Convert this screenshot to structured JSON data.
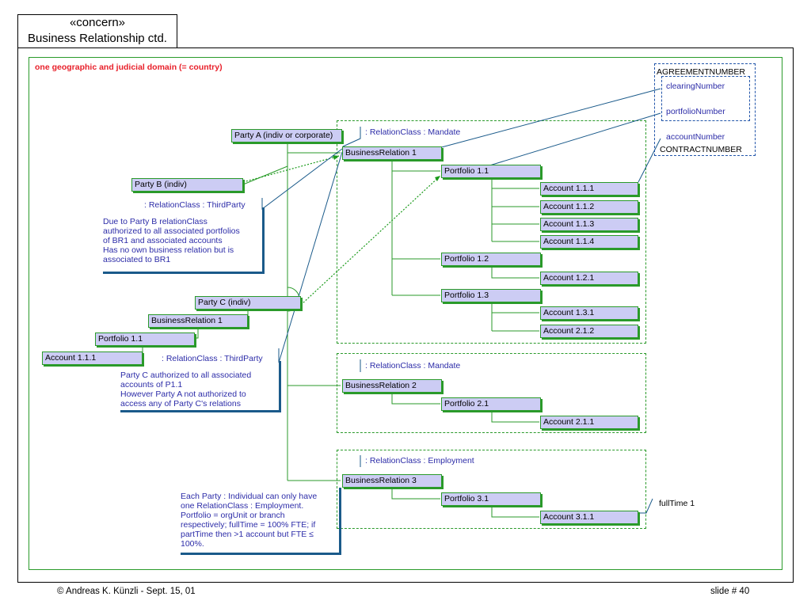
{
  "header": {
    "stereotype": "«concern»",
    "title": "Business Relationship ctd."
  },
  "domain_label": "one geographic and judicial domain (= country)",
  "nodes": {
    "party_a": "Party A (indiv or corporate)",
    "party_b": "Party B (indiv)",
    "party_c": "Party C (indiv)",
    "c_br1": "BusinessRelation 1",
    "c_p11": "Portfolio 1.1",
    "c_a111": "Account 1.1.1",
    "br1": "BusinessRelation 1",
    "p11": "Portfolio 1.1",
    "a111": "Account 1.1.1",
    "a112": "Account 1.1.2",
    "a113": "Account 1.1.3",
    "a114": "Account 1.1.4",
    "p12": "Portfolio 1.2",
    "a121": "Account 1.2.1",
    "p13": "Portfolio 1.3",
    "a131": "Account 1.3.1",
    "a212b": "Account 2.1.2",
    "br2": "BusinessRelation 2",
    "p21": "Portfolio 2.1",
    "a211": "Account 2.1.1",
    "br3": "BusinessRelation 3",
    "p31": "Portfolio 3.1",
    "a311": "Account 3.1.1"
  },
  "relation_labels": {
    "mandate1": ": RelationClass : Mandate",
    "mandate2": ": RelationClass : Mandate",
    "employment": ": RelationClass : Employment",
    "thirdparty_b": ": RelationClass : ThirdParty",
    "thirdparty_c": ": RelationClass : ThirdParty"
  },
  "notes": {
    "party_b": [
      "Due to Party B relationClass",
      "authorized to all associated portfolios",
      "of BR1 and associated accounts",
      "Has no own business relation but is",
      "associated to BR1"
    ],
    "party_c": [
      "Party C authorized to all associated",
      "accounts of P1.1",
      "However Party A not authorized to",
      "access any of Party C's relations"
    ],
    "employment": [
      "Each Party : Individual can only have",
      "one RelationClass : Employment.",
      "Portfolio = orgUnit or branch",
      "respectively; fullTime = 100% FTE; if",
      "partTime then >1 account but FTE ≤",
      "100%."
    ]
  },
  "identifiers": {
    "agreement": "AGREEMENTNUMBER",
    "clearing": "clearingNumber",
    "portfolio": "portfolioNumber",
    "account": "accountNumber",
    "contract": "CONTRACTNUMBER"
  },
  "fulltime_label": "fullTime 1",
  "footer": {
    "left": "© Andreas K. Künzli - Sept. 15, 01",
    "right": "slide # 40"
  },
  "colors": {
    "node_fill": "#ccccf4",
    "green": "#2a9a2a",
    "blue_text": "#2c2ca8",
    "red": "#e8202a",
    "note_bar": "#1a5a8a"
  }
}
